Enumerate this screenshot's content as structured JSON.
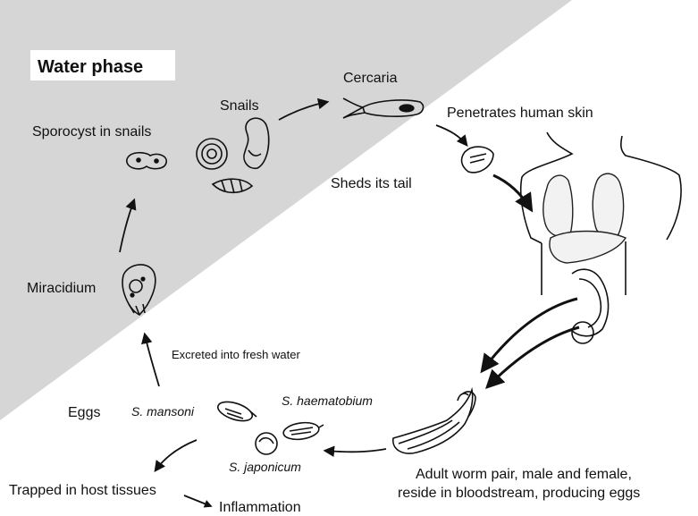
{
  "phase_label": "Water phase",
  "stages": {
    "snails": "Snails",
    "sporocyst": "Sporocyst in snails",
    "cercaria": "Cercaria",
    "penetrates": "Penetrates human skin",
    "sheds": "Sheds its tail",
    "miracidium": "Miracidium",
    "excreted": "Excreted into fresh water",
    "eggs": "Eggs",
    "trapped": "Trapped in host tissues",
    "inflammation": "Inflammation",
    "adult_line1": "Adult worm pair, male and female,",
    "adult_line2": "reside in bloodstream, producing eggs"
  },
  "species": {
    "mansoni": "S. mansoni",
    "haematobium": "S. haematobium",
    "japonicum": "S. japonicum"
  },
  "colors": {
    "water_region": "#d6d6d6",
    "ink": "#111111",
    "background": "#ffffff"
  }
}
